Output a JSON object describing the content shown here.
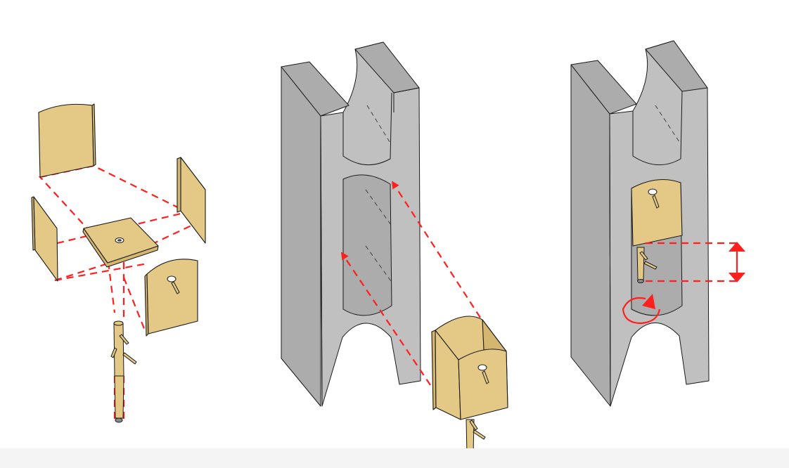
{
  "colors": {
    "wood": "#e3c985",
    "wood_dark": "#d4b670",
    "concrete": "#c0c0c0",
    "concrete_dark": "#acacac",
    "accent": "#ff1f1f",
    "line": "#1a1a1a"
  },
  "panels": [
    {
      "name": "exploded-wooden-box",
      "icon": "exploded-assembly-icon"
    },
    {
      "name": "insert-box-into-block",
      "icon": "insertion-arrow-icon"
    },
    {
      "name": "adjust-inserted-box",
      "icon": "rotate-and-slide-icon"
    }
  ]
}
